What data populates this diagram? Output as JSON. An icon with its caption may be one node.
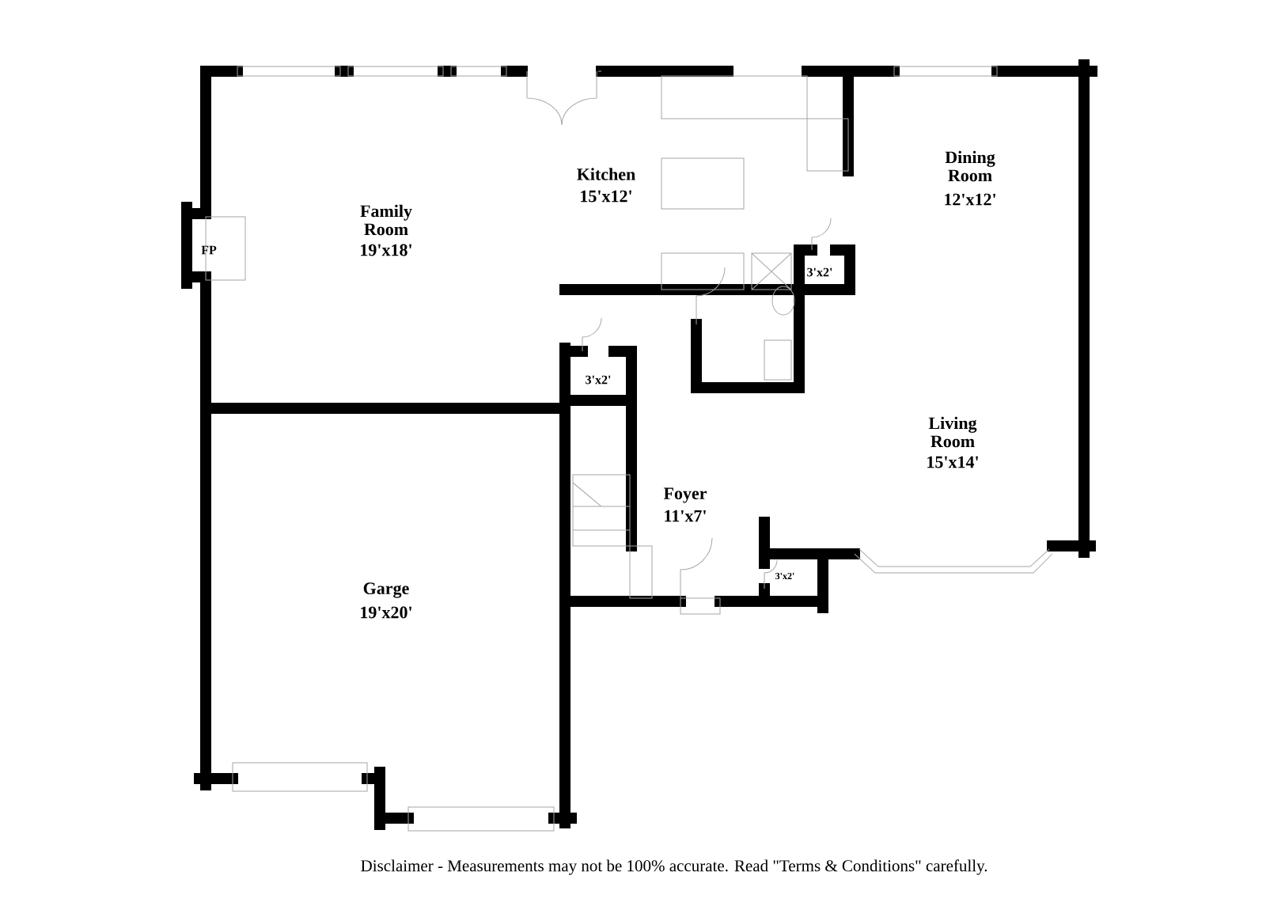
{
  "diagram": {
    "labels": [
      "Kitchen",
      "15'x12'",
      "Dining Room",
      "12'x12'",
      "Family Room",
      "19'x18'",
      "FP",
      "3'x2'",
      "3'x2'",
      "Living Room",
      "15'x14'",
      "Foyer",
      "11'x7'",
      "3'x2'",
      "Garge",
      "19'x20'",
      "Disclaimer - Measurements may not be 100% accurate. Read \"Terms & Conditions\" carefully."
    ]
  }
}
